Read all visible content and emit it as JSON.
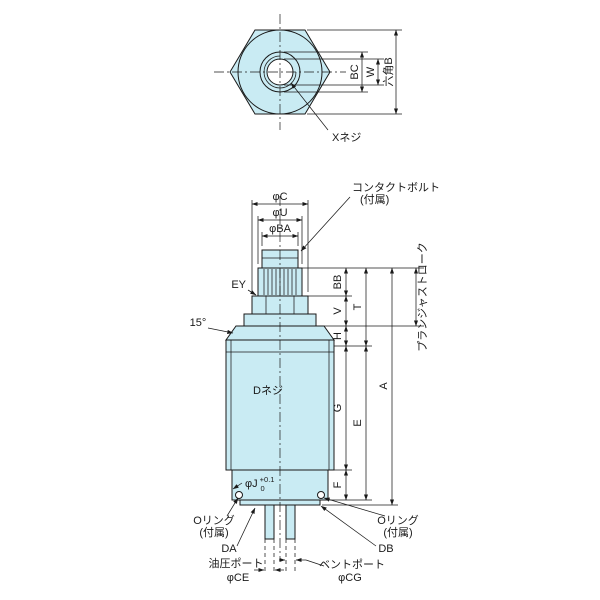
{
  "drawing": {
    "colors": {
      "fill": "#c9ebf3",
      "line": "#1a1a1a",
      "background": "#ffffff"
    },
    "top_view": {
      "dim_bc": "BC",
      "dim_w": "W",
      "dim_hex_b": "六角B",
      "label_x_screw": "Xネジ"
    },
    "front_view": {
      "dim_phi_c": "φC",
      "dim_phi_u": "φU",
      "dim_phi_ba": "φBA",
      "label_contact_bolt_line1": "コンタクトボルト",
      "label_contact_bolt_line2": "(付属)",
      "label_ey": "EY",
      "dim_bb": "BB",
      "dim_v": "V",
      "dim_t": "T",
      "dim_h": "H",
      "label_plunger_stroke": "プランジャストローク",
      "label_angle": "15°",
      "label_d_screw": "Dネジ",
      "dim_g": "G",
      "dim_e": "E",
      "dim_a": "A",
      "label_phi_j": "φJ",
      "label_phi_j_tol_upper": "+0.1",
      "label_phi_j_tol_lower": "0",
      "dim_f": "F",
      "label_oring_left_line1": "Oリング",
      "label_oring_left_line2": "(付属)",
      "dim_da": "DA",
      "label_oil_port": "油圧ポート",
      "dim_phi_ce": "φCE",
      "label_vent_port": "ベントポート",
      "dim_phi_cg": "φCG",
      "label_oring_right_line1": "Oリング",
      "label_oring_right_line2": "(付属)",
      "dim_db": "DB"
    }
  }
}
